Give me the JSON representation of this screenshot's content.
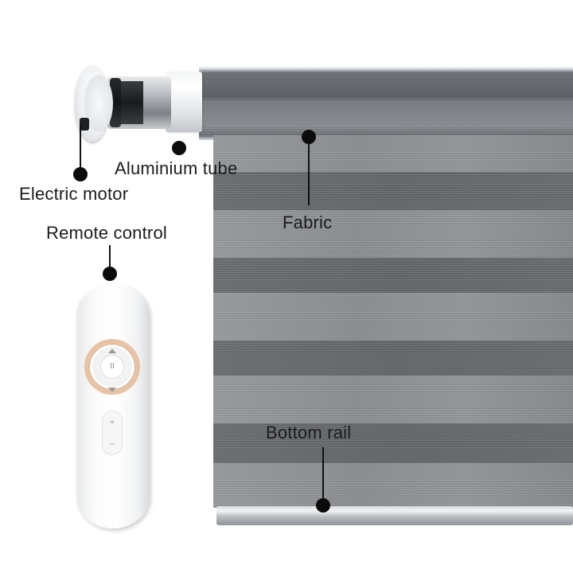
{
  "labels": {
    "aluminium_tube": "Aluminium tube",
    "electric_motor": "Electric motor",
    "fabric": "Fabric",
    "remote_control": "Remote control",
    "bottom_rail": "Bottom rail"
  },
  "icons": {
    "remote_center": "pause-icon",
    "remote_plus": "plus-icon",
    "remote_minus": "minus-icon"
  },
  "remote_glyphs": {
    "center": "II",
    "plus": "+",
    "minus": "−"
  },
  "colors": {
    "fabric_light": "#92949a",
    "fabric_dark": "#686a6e",
    "remote_ring": "#e7c3a6",
    "callout": "#0b0b0b"
  }
}
